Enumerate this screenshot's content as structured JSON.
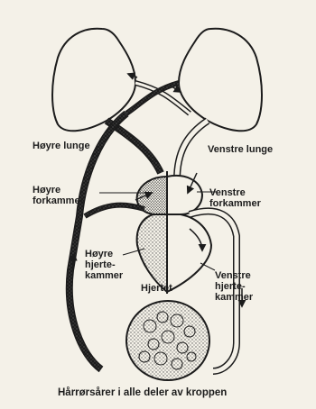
{
  "labels": {
    "right_lung": "Høyre lunge",
    "left_lung": "Venstre lunge",
    "right_atrium": [
      "Høyre",
      "forkammer"
    ],
    "left_atrium": [
      "Venstre",
      "forkammer"
    ],
    "right_ventricle": [
      "Høyre",
      "hjerte-",
      "kammer"
    ],
    "left_ventricle": [
      "Venstre",
      "hjerte-",
      "kammer"
    ],
    "heart": "Hjertet",
    "capillaries": "Hårrørsårer i alle deler av kroppen"
  },
  "colors": {
    "ink": "#1c1c1c",
    "paper": "#f4f1e8",
    "stipple": "#555555"
  }
}
